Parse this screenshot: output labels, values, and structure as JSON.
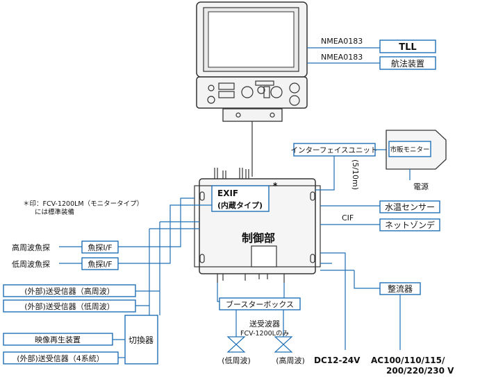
{
  "monitor": {
    "nmea_top": "NMEA0183",
    "nmea_bottom": "NMEA0183",
    "tll": "TLL",
    "nav": "航法装置"
  },
  "interface_unit": "インターフェイスユニット",
  "interface_cable": "(5/10m)",
  "commercial_monitor": "市販モニター",
  "power": "電源",
  "exif": {
    "line1": "EXIF",
    "line2": "(内蔵タイプ)",
    "star": "*"
  },
  "note": {
    "line1": "＊印：FCV-1200LM（モニタータイプ）",
    "line2": "には標準装備"
  },
  "control_unit": "制御部",
  "right_boxes": {
    "water_temp": "水温センサー",
    "cif": "CIF",
    "net_sonde": "ネットゾンデ",
    "rectifier": "整流器"
  },
  "left": {
    "hf_sounder": "高周波魚探",
    "lf_sounder": "低周波魚探",
    "fish_if_1": "魚探I/F",
    "fish_if_2": "魚探I/F",
    "ext_tx_hf": "(外部)送受信器（高周波）",
    "ext_tx_lf": "(外部)送受信器（低周波）",
    "video_player": "映像再生装置",
    "ext_tx_4": "(外部)送受信器（4系統）",
    "switcher": "切換器"
  },
  "bottom": {
    "booster": "ブースターボックス",
    "transducer": "送受波器",
    "transducer_note": "FCV-1200Lのみ",
    "low_freq": "(低周波)",
    "high_freq": "(高周波)",
    "dc": "DC12-24V",
    "ac_line1": "AC100/110/115/",
    "ac_line2": "200/220/230 V"
  }
}
